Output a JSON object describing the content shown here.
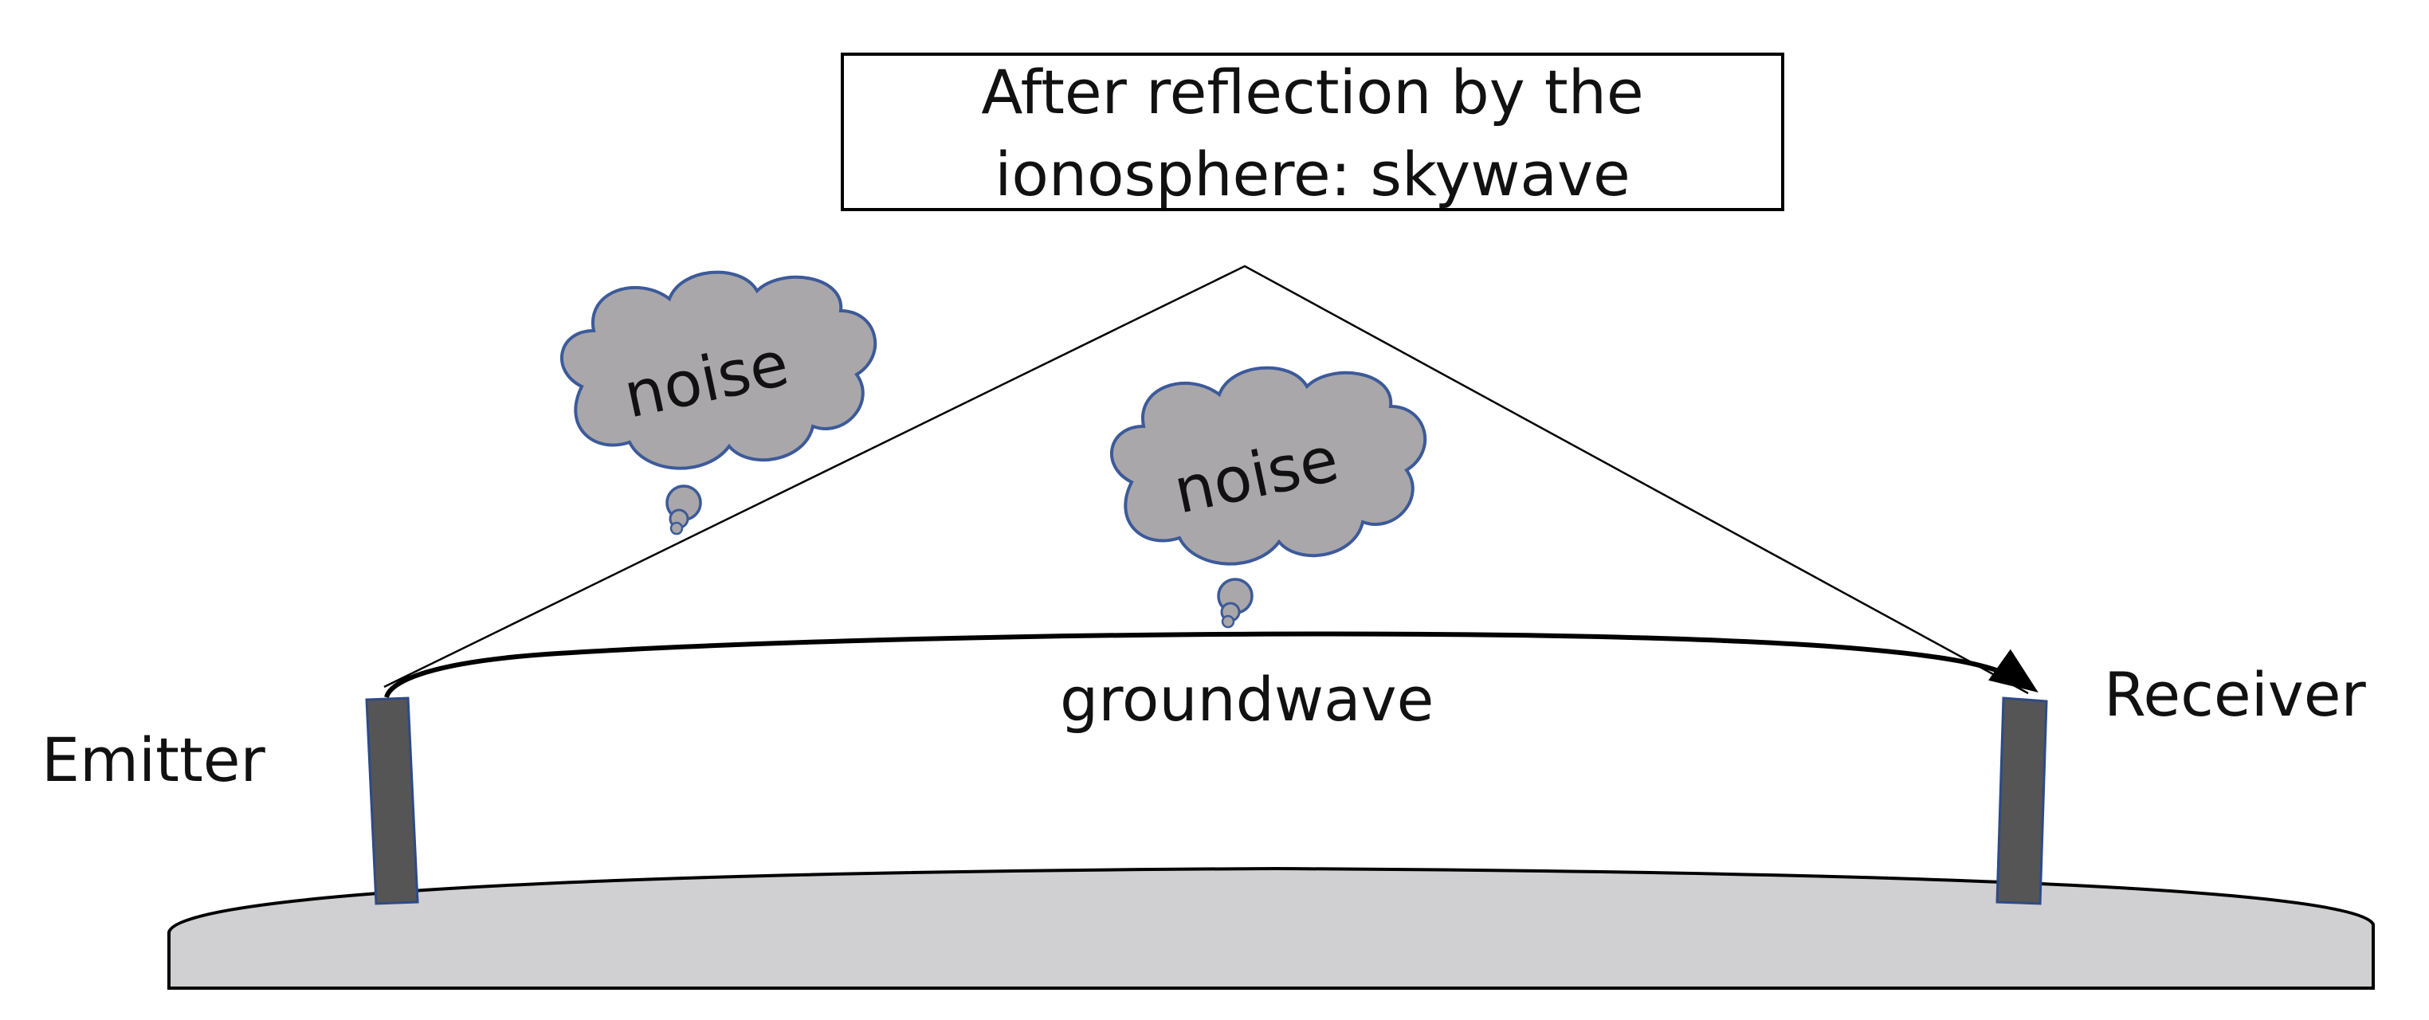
{
  "skywave_box": {
    "line1": "After reflection by the",
    "line2": "ionosphere: skywave"
  },
  "labels": {
    "emitter": "Emitter",
    "receiver": "Receiver",
    "groundwave": "groundwave"
  },
  "noise_clouds": [
    {
      "label": "noise"
    },
    {
      "label": "noise"
    }
  ],
  "colors": {
    "ground_fill": "#d0cfd1",
    "antenna_fill": "#555555",
    "antenna_stroke": "#2e4a86",
    "cloud_fill": "#a9a7a9",
    "cloud_stroke": "#3d5a99",
    "line": "#000000"
  }
}
